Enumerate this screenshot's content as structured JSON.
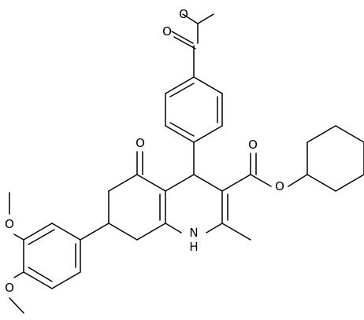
{
  "atoms": {
    "ester_o_methyl_top": "O",
    "ester_carbonyl_o_top": "O",
    "ketone_o": "O",
    "ester_carbonyl_o_right": "O",
    "ester_o_cyclohexyl": "O",
    "nh": "H",
    "nh_n": "N",
    "methoxy_o_upper": "O",
    "methoxy_o_lower": "O"
  },
  "colors": {
    "bond": "#000000",
    "label": "#000000",
    "background": "#ffffff"
  }
}
